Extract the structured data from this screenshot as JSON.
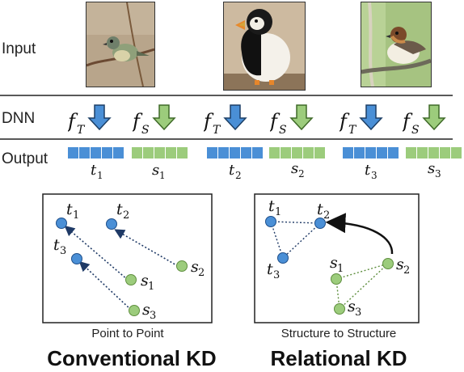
{
  "rows": {
    "input_label": "Input",
    "dnn_label": "DNN",
    "output_label": "Output"
  },
  "networks": {
    "teacher_base": "f",
    "teacher_sub": "T",
    "student_base": "f",
    "student_sub": "S"
  },
  "outputs": [
    {
      "teacher_base": "t",
      "teacher_sub": "1",
      "student_base": "s",
      "student_sub": "1"
    },
    {
      "teacher_base": "t",
      "teacher_sub": "2",
      "student_base": "s",
      "student_sub": "2"
    },
    {
      "teacher_base": "t",
      "teacher_sub": "3",
      "student_base": "s",
      "student_sub": "3"
    }
  ],
  "panels": {
    "left": {
      "caption": "Point to Point",
      "title": "Conventional KD",
      "points": [
        {
          "base": "t",
          "sub": "1"
        },
        {
          "base": "t",
          "sub": "2"
        },
        {
          "base": "t",
          "sub": "3"
        },
        {
          "base": "s",
          "sub": "1"
        },
        {
          "base": "s",
          "sub": "2"
        },
        {
          "base": "s",
          "sub": "3"
        }
      ]
    },
    "right": {
      "caption": "Structure to Structure",
      "title": "Relational KD",
      "points": [
        {
          "base": "t",
          "sub": "1"
        },
        {
          "base": "t",
          "sub": "2"
        },
        {
          "base": "t",
          "sub": "3"
        },
        {
          "base": "s",
          "sub": "1"
        },
        {
          "base": "s",
          "sub": "2"
        },
        {
          "base": "s",
          "sub": "3"
        }
      ]
    }
  },
  "colors": {
    "teacher": "#4a8fd6",
    "teacher_stroke": "#1f4f8a",
    "student": "#9ccc7c",
    "student_stroke": "#5f8f3f",
    "arrow_blue": "#4a8fd6",
    "arrow_green": "#9ccc7c"
  },
  "icons": {
    "teacher_arrow": "down-arrow-icon",
    "student_arrow": "down-arrow-icon"
  }
}
